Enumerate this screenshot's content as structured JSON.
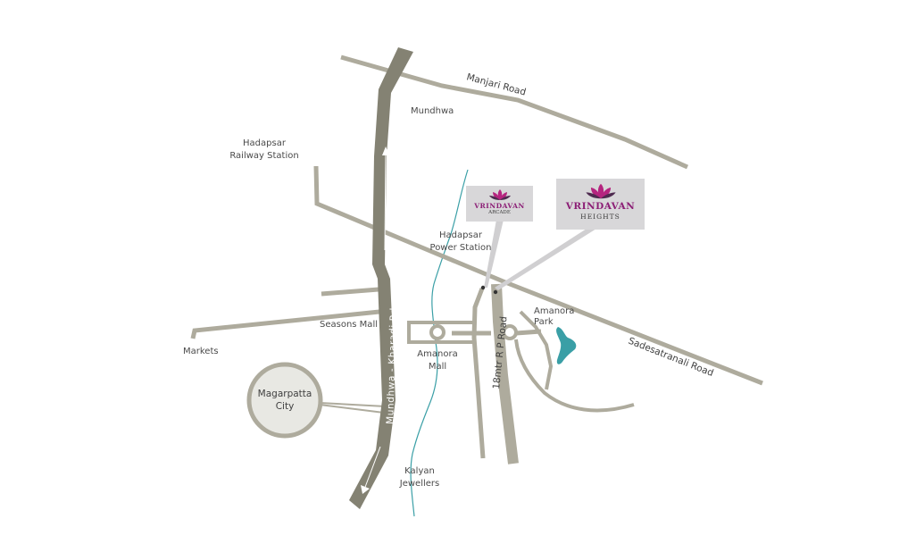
{
  "places": {
    "mundhwa": "Mundhwa",
    "hadapsar_railway_line1": "Hadapsar",
    "hadapsar_railway_line2": "Railway Station",
    "hadapsar_power_line1": "Hadapsar",
    "hadapsar_power_line2": "Power Station",
    "seasons_mall": "Seasons Mall",
    "markets": "Markets",
    "amanora_mall_line1": "Amanora",
    "amanora_mall_line2": "Mall",
    "amanora_park_line1": "Amanora",
    "amanora_park_line2": "Park",
    "magarpatta_line1": "Magarpatta",
    "magarpatta_line2": "City",
    "kalyan_line1": "Kalyan",
    "kalyan_line2": "Jewellers"
  },
  "roads": {
    "manjari": "Manjari Road",
    "sadesatranali": "Sadesatranali Road",
    "mundhwa_kharadi": "Mundhwa - Kharadi Rd",
    "rp_road": "18mtr R P Road"
  },
  "projects": {
    "arcade": {
      "name": "VRINDAVAN",
      "sub": "ARCADE"
    },
    "heights": {
      "name": "VRINDAVAN",
      "sub": "HEIGHTS"
    }
  },
  "colors": {
    "major_road": "#848273",
    "minor_road": "#aeab9d",
    "river": "#3a9fa6",
    "brand_magenta": "#b5247f",
    "brand_dark": "#4e2a4f",
    "callout": "#d0cfd1",
    "city_fill": "#e8e8e3"
  }
}
